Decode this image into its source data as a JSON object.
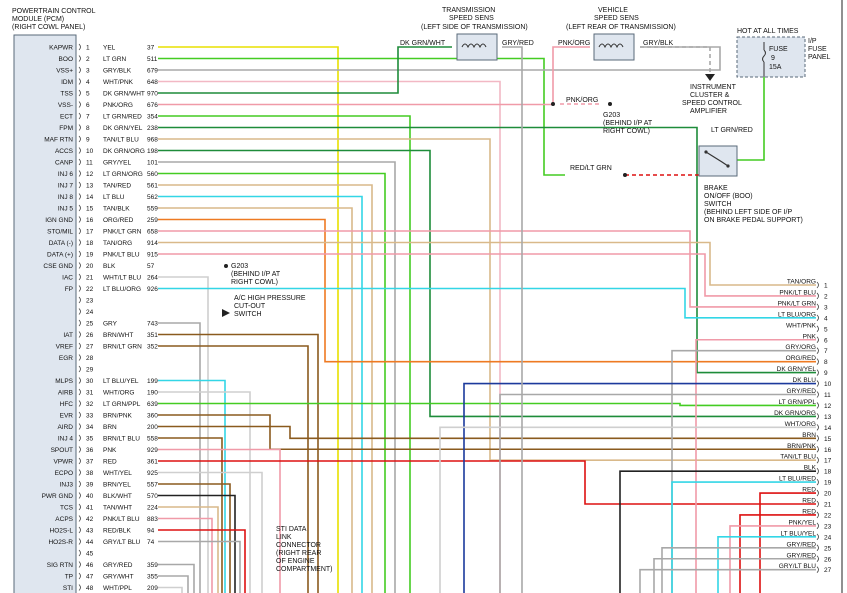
{
  "pcm": {
    "title": [
      "POWERTRAIN CONTROL",
      "MODULE (PCM)",
      "(RIGHT COWL PANEL)"
    ],
    "pins": [
      {
        "n": "1",
        "name": "KAPWR",
        "wire": "YEL",
        "circuit": "37",
        "color": "#e8e000"
      },
      {
        "n": "2",
        "name": "BOO",
        "wire": "LT GRN",
        "circuit": "511",
        "color": "#44cc22"
      },
      {
        "n": "3",
        "name": "VSS+",
        "wire": "GRY/BLK",
        "circuit": "679",
        "color": "#a8a8a8"
      },
      {
        "n": "4",
        "name": "IDM",
        "wire": "WHT/PNK",
        "circuit": "648",
        "color": "#f2b8c4"
      },
      {
        "n": "5",
        "name": "TSS",
        "wire": "DK GRN/WHT",
        "circuit": "970",
        "color": "#1e8c3a"
      },
      {
        "n": "6",
        "name": "VSS-",
        "wire": "PNK/ORG",
        "circuit": "676",
        "color": "#f09aa8"
      },
      {
        "n": "7",
        "name": "ECT",
        "wire": "LT GRN/RED",
        "circuit": "354",
        "color": "#44cc22"
      },
      {
        "n": "8",
        "name": "FPM",
        "wire": "DK GRN/YEL",
        "circuit": "238",
        "color": "#1e8c3a"
      },
      {
        "n": "9",
        "name": "MAF RTN",
        "wire": "TAN/LT BLU",
        "circuit": "968",
        "color": "#d9b98a"
      },
      {
        "n": "10",
        "name": "ACCS",
        "wire": "DK GRN/ORG",
        "circuit": "198",
        "color": "#1e8c3a"
      },
      {
        "n": "11",
        "name": "CANP",
        "wire": "GRY/YEL",
        "circuit": "101",
        "color": "#a8a8a8"
      },
      {
        "n": "12",
        "name": "INJ 6",
        "wire": "LT GRN/ORG",
        "circuit": "560",
        "color": "#44cc22"
      },
      {
        "n": "13",
        "name": "INJ 7",
        "wire": "TAN/RED",
        "circuit": "561",
        "color": "#d9b98a"
      },
      {
        "n": "14",
        "name": "INJ 8",
        "wire": "LT BLU",
        "circuit": "562",
        "color": "#33d6e6"
      },
      {
        "n": "15",
        "name": "INJ 5",
        "wire": "TAN/BLK",
        "circuit": "559",
        "color": "#d9b98a"
      },
      {
        "n": "16",
        "name": "IGN GND",
        "wire": "ORG/RED",
        "circuit": "259",
        "color": "#ee7a22"
      },
      {
        "n": "17",
        "name": "STO/MIL",
        "wire": "PNK/LT GRN",
        "circuit": "658",
        "color": "#f09aa8"
      },
      {
        "n": "18",
        "name": "DATA (-)",
        "wire": "TAN/ORG",
        "circuit": "914",
        "color": "#d9b98a"
      },
      {
        "n": "19",
        "name": "DATA (+)",
        "wire": "PNK/LT BLU",
        "circuit": "915",
        "color": "#f09aa8"
      },
      {
        "n": "20",
        "name": "CSE GND",
        "wire": "BLK",
        "circuit": "57",
        "color": "#222222"
      },
      {
        "n": "21",
        "name": "IAC",
        "wire": "WHT/LT BLU",
        "circuit": "264",
        "color": "#cfcfcf"
      },
      {
        "n": "22",
        "name": "FP",
        "wire": "LT BLU/ORG",
        "circuit": "926",
        "color": "#33d6e6"
      },
      {
        "n": "23",
        "name": "",
        "wire": "",
        "circuit": "",
        "color": "#cccccc"
      },
      {
        "n": "24",
        "name": "",
        "wire": "",
        "circuit": "",
        "color": "#cccccc"
      },
      {
        "n": "25",
        "name": "",
        "wire": "GRY",
        "circuit": "743",
        "color": "#a8a8a8"
      },
      {
        "n": "26",
        "name": "IAT",
        "wire": "BRN/WHT",
        "circuit": "351",
        "color": "#8a5a1e"
      },
      {
        "n": "27",
        "name": "VREF",
        "wire": "BRN/LT GRN",
        "circuit": "352",
        "color": "#8a5a1e"
      },
      {
        "n": "28",
        "name": "EGR",
        "wire": "",
        "circuit": "",
        "color": "#cccccc"
      },
      {
        "n": "29",
        "name": "",
        "wire": "",
        "circuit": "",
        "color": "#cccccc"
      },
      {
        "n": "30",
        "name": "MLPS",
        "wire": "LT BLU/YEL",
        "circuit": "199",
        "color": "#33d6e6"
      },
      {
        "n": "31",
        "name": "AIRB",
        "wire": "WHT/ORG",
        "circuit": "190",
        "color": "#cfcfcf"
      },
      {
        "n": "32",
        "name": "HFC",
        "wire": "LT GRN/PPL",
        "circuit": "639",
        "color": "#44cc22"
      },
      {
        "n": "33",
        "name": "EVR",
        "wire": "BRN/PNK",
        "circuit": "360",
        "color": "#8a5a1e"
      },
      {
        "n": "34",
        "name": "AIRD",
        "wire": "BRN",
        "circuit": "200",
        "color": "#8a5a1e"
      },
      {
        "n": "35",
        "name": "INJ 4",
        "wire": "BRN/LT BLU",
        "circuit": "558",
        "color": "#8a5a1e"
      },
      {
        "n": "36",
        "name": "SPOUT",
        "wire": "PNK",
        "circuit": "929",
        "color": "#f09aa8"
      },
      {
        "n": "37",
        "name": "VPWR",
        "wire": "RED",
        "circuit": "361",
        "color": "#dd1111"
      },
      {
        "n": "38",
        "name": "ECPO",
        "wire": "WHT/YEL",
        "circuit": "925",
        "color": "#cfcfcf"
      },
      {
        "n": "39",
        "name": "INJ3",
        "wire": "BRN/YEL",
        "circuit": "557",
        "color": "#8a5a1e"
      },
      {
        "n": "40",
        "name": "PWR GND",
        "wire": "BLK/WHT",
        "circuit": "570",
        "color": "#222222"
      },
      {
        "n": "41",
        "name": "TCS",
        "wire": "TAN/WHT",
        "circuit": "224",
        "color": "#d9b98a"
      },
      {
        "n": "42",
        "name": "ACPS",
        "wire": "PNK/LT BLU",
        "circuit": "883",
        "color": "#f09aa8"
      },
      {
        "n": "43",
        "name": "HO2S-L",
        "wire": "RED/BLK",
        "circuit": "94",
        "color": "#dd1111"
      },
      {
        "n": "44",
        "name": "HO2S-R",
        "wire": "GRY/LT BLU",
        "circuit": "74",
        "color": "#a8a8a8"
      },
      {
        "n": "45",
        "name": "",
        "wire": "",
        "circuit": "",
        "color": "#cccccc"
      },
      {
        "n": "46",
        "name": "SIG RTN",
        "wire": "GRY/RED",
        "circuit": "359",
        "color": "#a8a8a8"
      },
      {
        "n": "47",
        "name": "TP",
        "wire": "GRY/WHT",
        "circuit": "355",
        "color": "#a8a8a8"
      },
      {
        "n": "48",
        "name": "STI",
        "wire": "WHT/PPL",
        "circuit": "209",
        "color": "#cfcfcf"
      }
    ]
  },
  "components": {
    "trans_speed_sensor": [
      "TRANSMISSION",
      "SPEED SENS",
      "(LEFT SIDE OF TRANSMISSION)"
    ],
    "vehicle_speed_sensor": [
      "VEHICLE",
      "SPEED SENS",
      "(LEFT REAR OF TRANSMISSION)"
    ],
    "fuse_panel_caption": "HOT AT ALL TIMES",
    "fuse_panel_name": [
      "I/P",
      "FUSE",
      "PANEL"
    ],
    "fuse": [
      "FUSE",
      "9",
      "15A"
    ],
    "cluster": [
      "INSTRUMENT",
      "CLUSTER &",
      "SPEED CONTROL",
      "AMPLIFIER"
    ],
    "g203_top": [
      "G203",
      "(BEHIND I/P AT",
      "RIGHT COWL)"
    ],
    "g203_mid": [
      "G203",
      "(BEHIND I/P AT",
      "RIGHT COWL)"
    ],
    "brake_switch": [
      "BRAKE",
      "ON/OFF (BOO)",
      "SWITCH",
      "(BEHIND LEFT SIDE OF I/P",
      "ON BRAKE PEDAL SUPPORT)"
    ],
    "ac_switch": [
      "A/C HIGH PRESSURE",
      "CUT-OUT",
      "SWITCH"
    ],
    "sti_connector": [
      "STI DATA",
      "LINK",
      "CONNECTOR",
      "(RIGHT REAR",
      "OF ENGINE",
      "COMPARTMENT)"
    ]
  },
  "wire_labels": {
    "tss_wire_left": "DK GRN/WHT",
    "tss_wire_right": "GRY/RED",
    "vss_wire_left": "PNK/ORG",
    "vss_wire_right": "GRY/BLK",
    "pnk_org_ground": "PNK/ORG",
    "red_lt_grn": "RED/LT GRN",
    "lt_grn_red": "LT GRN/RED"
  },
  "right_connector": [
    {
      "n": "1",
      "wire": "TAN/ORG",
      "color": "#d9b98a"
    },
    {
      "n": "2",
      "wire": "PNK/LT BLU",
      "color": "#f09aa8"
    },
    {
      "n": "3",
      "wire": "PNK/LT GRN",
      "color": "#f09aa8"
    },
    {
      "n": "4",
      "wire": "LT BLU/ORG",
      "color": "#33d6e6"
    },
    {
      "n": "5",
      "wire": "WHT/PNK",
      "color": "#f2b8c4"
    },
    {
      "n": "6",
      "wire": "PNK",
      "color": "#f09aa8"
    },
    {
      "n": "7",
      "wire": "GRY/ORG",
      "color": "#a8a8a8"
    },
    {
      "n": "8",
      "wire": "ORG/RED",
      "color": "#ee7a22"
    },
    {
      "n": "9",
      "wire": "DK GRN/YEL",
      "color": "#1e8c3a"
    },
    {
      "n": "10",
      "wire": "DK BLU",
      "color": "#1c3a9c"
    },
    {
      "n": "11",
      "wire": "GRY/RED",
      "color": "#a8a8a8"
    },
    {
      "n": "12",
      "wire": "LT GRN/PPL",
      "color": "#44cc22"
    },
    {
      "n": "13",
      "wire": "DK GRN/ORG",
      "color": "#1e8c3a"
    },
    {
      "n": "14",
      "wire": "WHT/ORG",
      "color": "#cfcfcf"
    },
    {
      "n": "15",
      "wire": "BRN",
      "color": "#8a5a1e"
    },
    {
      "n": "16",
      "wire": "BRN/PNK",
      "color": "#8a5a1e"
    },
    {
      "n": "17",
      "wire": "TAN/LT BLU",
      "color": "#d9b98a"
    },
    {
      "n": "18",
      "wire": "BLK",
      "color": "#222222"
    },
    {
      "n": "19",
      "wire": "LT BLU/RED",
      "color": "#33d6e6"
    },
    {
      "n": "20",
      "wire": "RED",
      "color": "#dd1111"
    },
    {
      "n": "21",
      "wire": "RED",
      "color": "#dd1111"
    },
    {
      "n": "22",
      "wire": "RED",
      "color": "#dd1111"
    },
    {
      "n": "23",
      "wire": "PNK/YEL",
      "color": "#f09aa8"
    },
    {
      "n": "24",
      "wire": "LT BLU/YEL",
      "color": "#33d6e6"
    },
    {
      "n": "25",
      "wire": "GRY/RED",
      "color": "#a8a8a8"
    },
    {
      "n": "26",
      "wire": "GRY/RED",
      "color": "#a8a8a8"
    },
    {
      "n": "27",
      "wire": "GRY/LT BLU",
      "color": "#a8a8a8"
    }
  ]
}
